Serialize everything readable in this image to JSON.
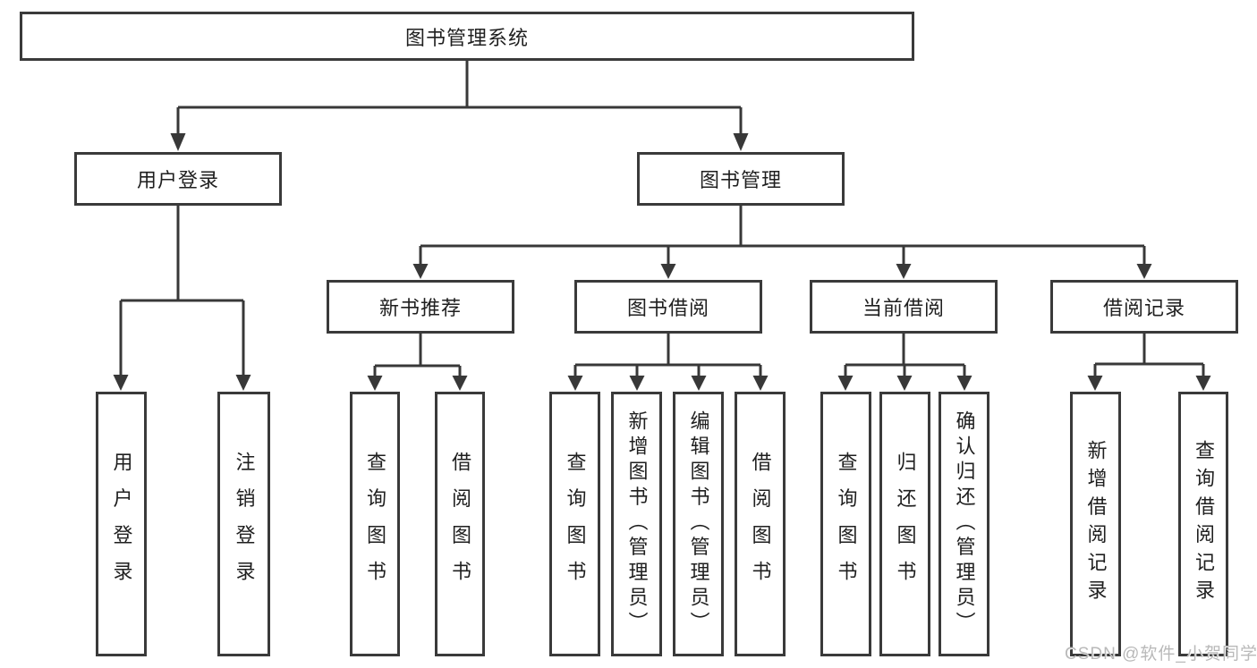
{
  "tree": {
    "label": "图书管理系统",
    "children": [
      {
        "label": "用户登录",
        "children": [
          {
            "label": "用户登录"
          },
          {
            "label": "注销登录"
          }
        ]
      },
      {
        "label": "图书管理",
        "children": [
          {
            "label": "新书推荐",
            "children": [
              {
                "label": "查询图书"
              },
              {
                "label": "借阅图书"
              }
            ]
          },
          {
            "label": "图书借阅",
            "children": [
              {
                "label": "查询图书"
              },
              {
                "label": "新增图书（管理员）"
              },
              {
                "label": "编辑图书（管理员）"
              },
              {
                "label": "借阅图书"
              }
            ]
          },
          {
            "label": "当前借阅",
            "children": [
              {
                "label": "查询图书"
              },
              {
                "label": "归还图书"
              },
              {
                "label": "确认归还（管理员）"
              }
            ]
          },
          {
            "label": "借阅记录",
            "children": [
              {
                "label": "新增借阅记录"
              },
              {
                "label": "查询借阅记录"
              }
            ]
          }
        ]
      }
    ]
  },
  "watermark": {
    "text": "CSDN @软件_小贺同学"
  },
  "colors": {
    "line": "#383838",
    "box_border": "#3a3a3a",
    "text": "#1f1f1f",
    "watermark": "#b9b9b9",
    "background": "#ffffff"
  }
}
